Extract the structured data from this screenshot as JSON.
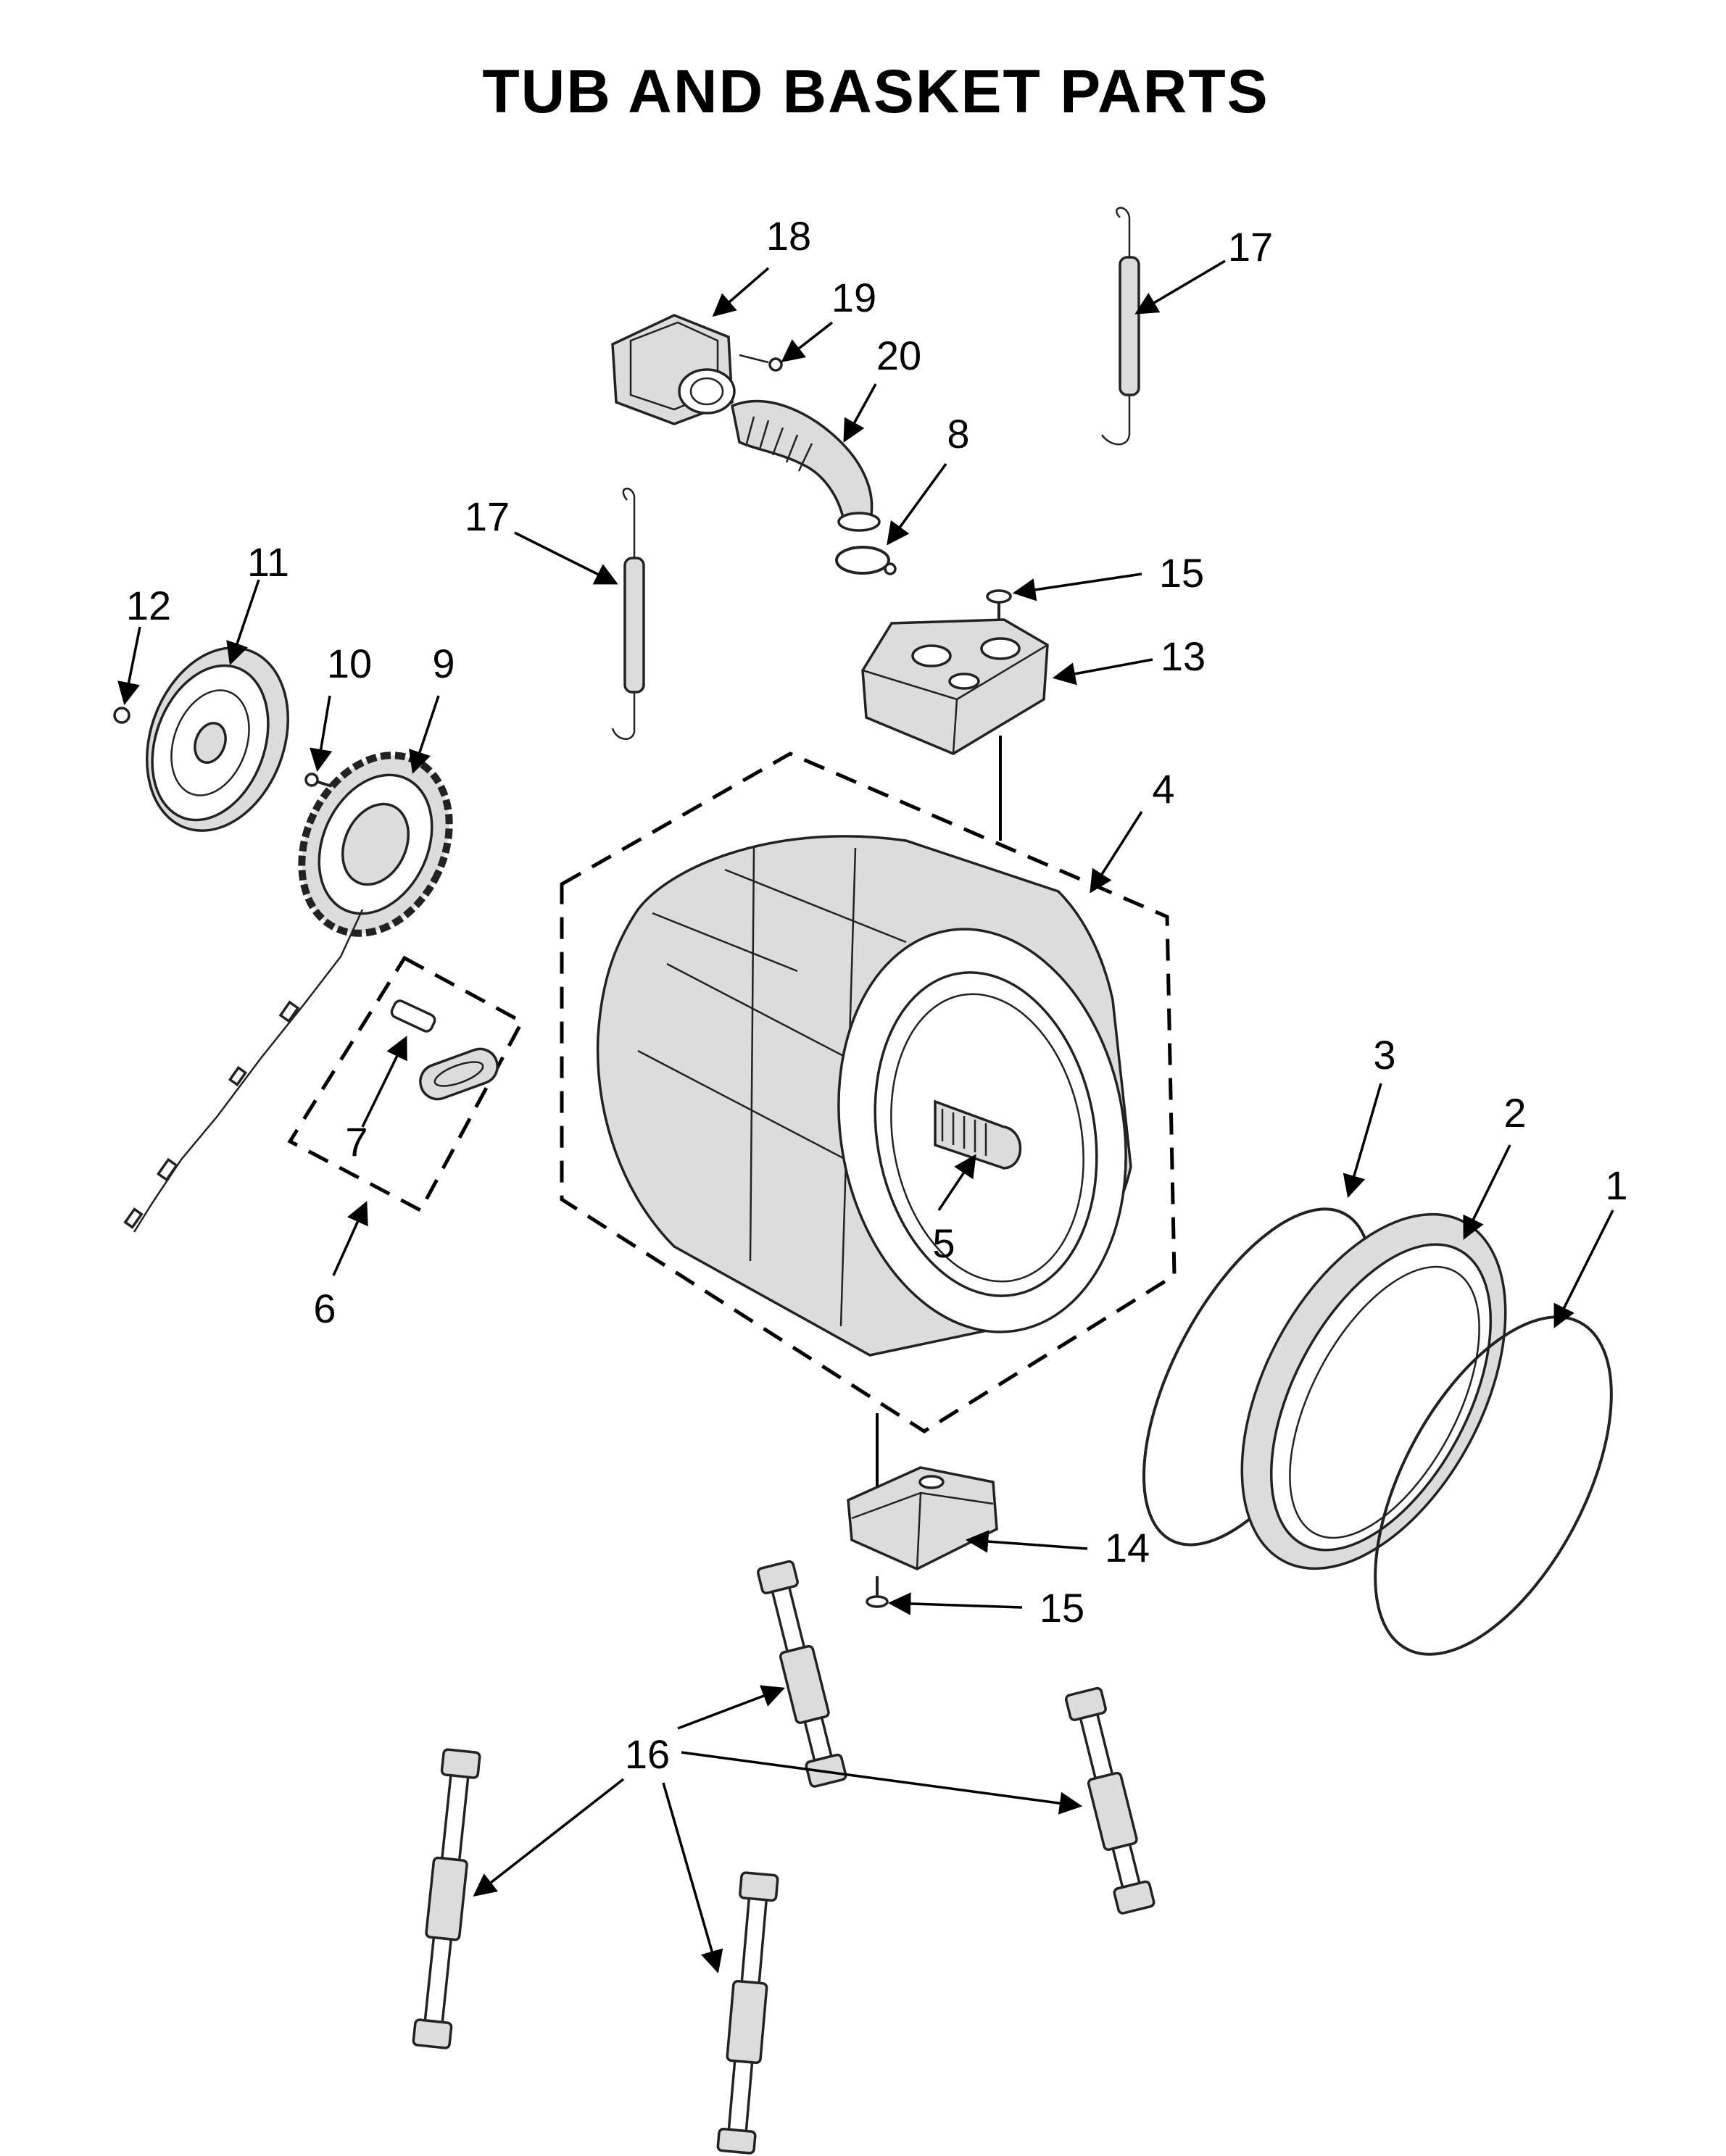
{
  "title": "TUB AND BASKET PARTS",
  "callouts": {
    "c1": "1",
    "c2": "2",
    "c3": "3",
    "c4": "4",
    "c5": "5",
    "c6": "6",
    "c7": "7",
    "c8": "8",
    "c9": "9",
    "c10": "10",
    "c11": "11",
    "c12": "12",
    "c13": "13",
    "c14": "14",
    "c15a": "15",
    "c15b": "15",
    "c16": "16",
    "c17a": "17",
    "c17b": "17",
    "c18": "18",
    "c19": "19",
    "c20": "20"
  },
  "colors": {
    "ink": "#000000",
    "part_fill": "#dcdcdc",
    "background": "#ffffff"
  }
}
